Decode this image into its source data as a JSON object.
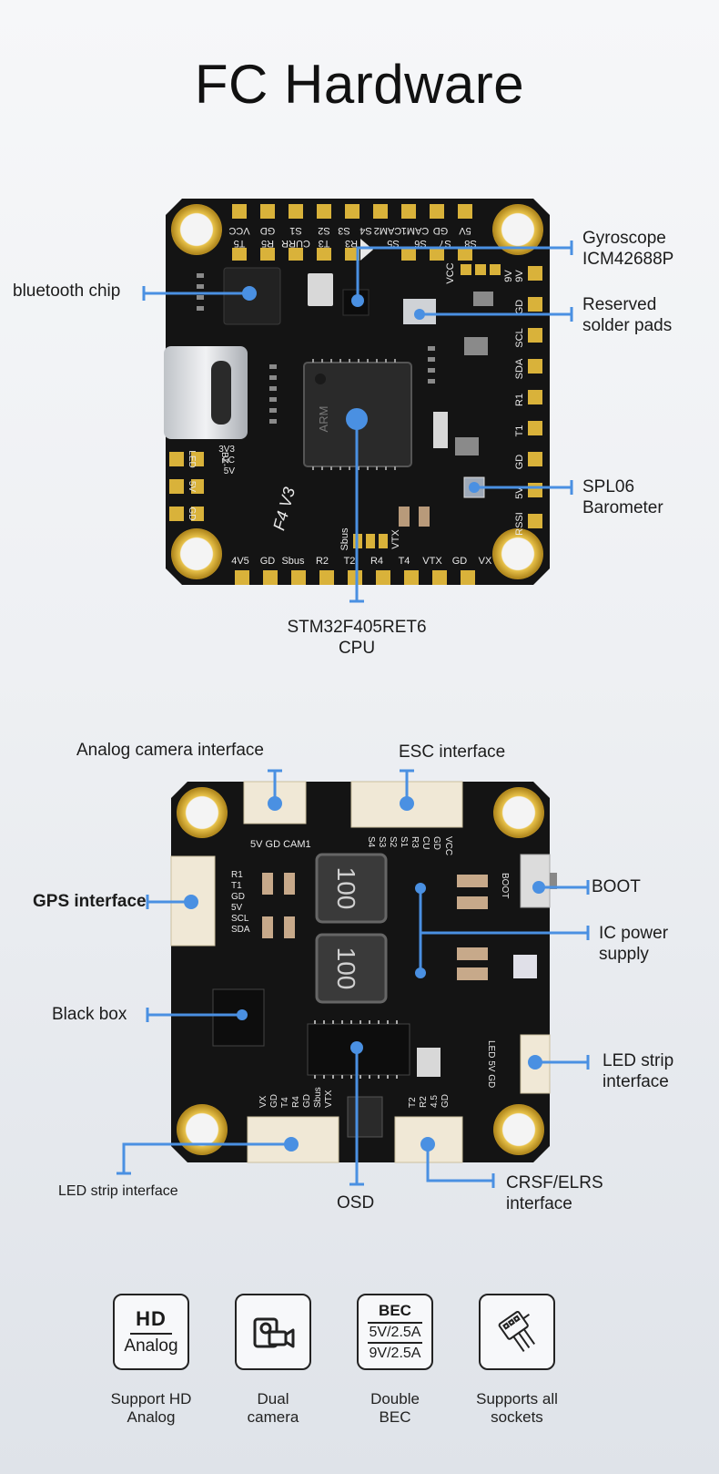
{
  "title": "FC Hardware",
  "colors": {
    "accent": "#4a90e2",
    "board": "#141414",
    "pad_gold": "#d9b23a"
  },
  "top_board": {
    "silkscreen_top": [
      "VCC",
      "GD",
      "S1",
      "S2",
      "S3",
      "S4",
      "CAM2",
      "CAM1",
      "GD",
      "5V"
    ],
    "silkscreen_second": [
      "T5",
      "R5",
      "CURR",
      "T3",
      "R3",
      "S5",
      "S6",
      "S7",
      "S8"
    ],
    "silkscreen_right": [
      "9V",
      "9V",
      "GD",
      "SCL",
      "SDA",
      "R1",
      "T1",
      "GD",
      "5V",
      "RSSI"
    ],
    "silkscreen_left": [
      "BZ-",
      "3V3",
      "FC",
      "5V",
      "LED",
      "5V",
      "GD"
    ],
    "silkscreen_bottom": [
      "4V5",
      "GD",
      "Sbus",
      "R2",
      "T2",
      "R4",
      "T4",
      "VTX",
      "GD",
      "VX"
    ],
    "silkscreen_misc": [
      "VCC",
      "Sbus",
      "VTX",
      "F4 V3",
      "ARM"
    ],
    "callouts": {
      "bluetooth": "bluetooth chip",
      "gyro_line1": "Gyroscope",
      "gyro_line2": "ICM42688P",
      "reserved_line1": "Reserved",
      "reserved_line2": "solder pads",
      "spl_line1": "SPL06",
      "spl_line2": "Barometer",
      "cpu_line1": "STM32F405RET6",
      "cpu_line2": "CPU"
    }
  },
  "bottom_board": {
    "inductor_label": "100",
    "silkscreen_cam": "5V GD CAM1",
    "silkscreen_esc": [
      "VCC",
      "GD",
      "CU",
      "R3",
      "S1",
      "S2",
      "S3",
      "S4"
    ],
    "silkscreen_gps": [
      "R1",
      "T1",
      "GD",
      "5V",
      "SCL",
      "SDA"
    ],
    "silkscreen_boot": "BOOT",
    "silkscreen_led": "LED 5V GD",
    "silkscreen_vtx": [
      "VX",
      "GD",
      "T4",
      "R4",
      "GD",
      "Sbus",
      "VTX"
    ],
    "silkscreen_crsf": [
      "T2",
      "R2",
      "4.5",
      "GD"
    ],
    "callouts": {
      "analog_camera": "Analog camera interface",
      "esc": "ESC interface",
      "gps": "GPS interface",
      "boot": "BOOT",
      "ic_line1": "IC power",
      "ic_line2": "supply",
      "black_box": "Black box",
      "led_line1": "LED strip",
      "led_line2": "interface",
      "led_small": "LED strip interface",
      "osd": "OSD",
      "crsf_line1": "CRSF/ELRS",
      "crsf_line2": "interface"
    }
  },
  "features": [
    {
      "icon": "hd-analog-icon",
      "icon_top": "HD",
      "icon_bottom": "Analog",
      "line1": "Support HD",
      "line2": "Analog"
    },
    {
      "icon": "camera-icon",
      "line1": "Dual",
      "line2": "camera"
    },
    {
      "icon": "bec-icon",
      "icon_top": "BEC",
      "icon_mid": "5V/2.5A",
      "icon_bottom": "9V/2.5A",
      "line1": "Double",
      "line2": "BEC"
    },
    {
      "icon": "connector-icon",
      "line1": "Supports all",
      "line2": "sockets"
    }
  ]
}
